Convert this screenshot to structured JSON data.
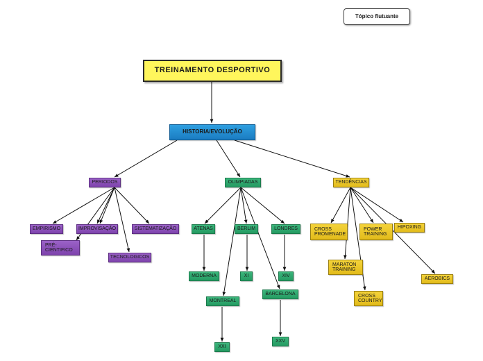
{
  "floating_topic": "Tópico flutuante",
  "nodes": {
    "root": "TREINAMENTO  DESPORTIVO",
    "historia": "HISTORIA/EVOLUÇÃO",
    "periodos": "PERIODOS",
    "olimpiadas": "OLIMPIADAS",
    "tendencias": "TENDÊNCIAS",
    "empirismo": "EMPIRISMO",
    "improvisacao": "IMPROVISAÇÃO",
    "sistematizacao": "SISTEMATIZAÇÃO",
    "pre_cientifico": "PRÉ-\nCIENTIFICO",
    "tecnologicos": "TECNOLOGICOS",
    "atenas": "ATENAS",
    "berlim": "BERLIM",
    "londres": "LONDRES",
    "moderna": "MODERNA",
    "xi": "XI",
    "xiv": "XIV",
    "montreal": "MONTREAL",
    "barcelona": "BARCELONA",
    "xxi": "XXI",
    "xxv": "XXV",
    "cross_promenade": "CROSS\nPROMENADE",
    "power_training": "POWER\nTRAINING",
    "hipoxing": "HIPOXING",
    "maraton_training": "MARATON\nTRAINING",
    "cross_country": "CROSS\nCOUNTRY",
    "aerobics": "AEROBICS"
  },
  "colors": {
    "root": "#fff65c",
    "historia": "#1b7cc2",
    "periodos_branch": "#7e43ad",
    "olimpiadas_branch": "#249a62",
    "tendencias_branch": "#e2bb1b",
    "connector": "#111111"
  }
}
